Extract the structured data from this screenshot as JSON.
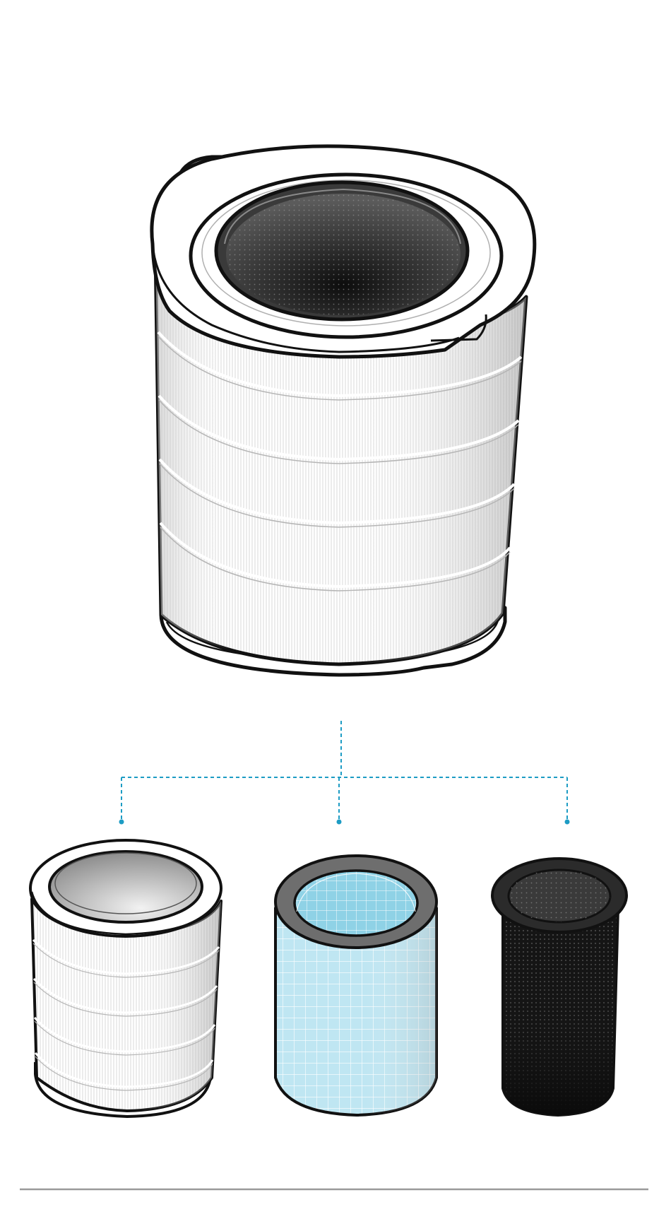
{
  "colors": {
    "background": "#ffffff",
    "outline": "#111111",
    "connector": "#1d9cc4",
    "hepa_white": "#ffffff",
    "hepa_shade": "#c9c9c9",
    "mesh_blue": "#bfe6f2",
    "mesh_blue_inner": "#8fd2e6",
    "rim_gray": "#6e6e6e",
    "carbon_black": "#151515",
    "footer_rule": "#9a9a9a"
  },
  "diagram": {
    "assembled": {
      "icon": "assembled-cylindrical-filter"
    },
    "components": [
      {
        "icon": "pleated-hepa-layer"
      },
      {
        "icon": "blue-mesh-prefilter-layer"
      },
      {
        "icon": "activated-carbon-mesh-layer"
      }
    ],
    "connectors": {
      "style": "dashed",
      "count": 3
    }
  }
}
